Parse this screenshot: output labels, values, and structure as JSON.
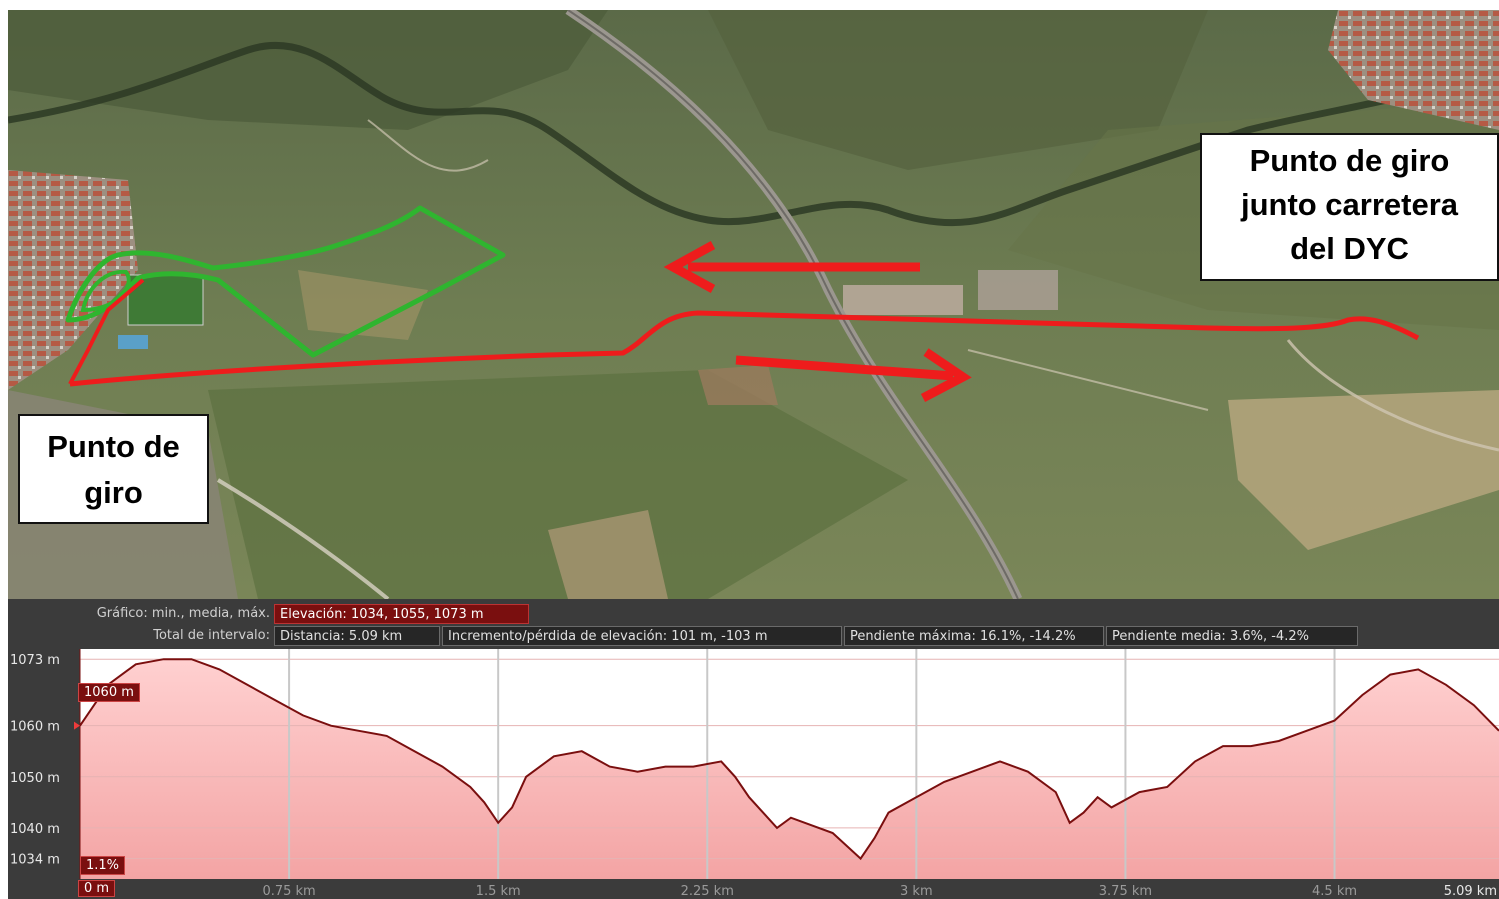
{
  "map": {
    "callout_left": [
      "Punto de",
      "giro"
    ],
    "callout_right": [
      "Punto de giro",
      "junto carretera",
      "del DYC"
    ],
    "route_colors": {
      "outbound": "#ee1c1c",
      "loop": "#2fb52f"
    }
  },
  "profile": {
    "stats_row1_label": "Gráfico: min., media, máx.",
    "stats_row1_value": "Elevación: 1034, 1055, 1073 m",
    "stats_row2_label": "Total de intervalo:",
    "distance": "Distancia: 5.09 km",
    "gain_loss": "Incremento/pérdida de elevación: 101 m, -103 m",
    "max_slope": "Pendiente máxima: 16.1%, -14.2%",
    "avg_slope": "Pendiente media: 3.6%, -4.2%",
    "cursor_elevation": "1060 m",
    "cursor_slope": "1.1%",
    "start_label": "0 m"
  },
  "chart_data": {
    "type": "area",
    "ylabel": "",
    "xlabel": "",
    "ylim": [
      1030,
      1075
    ],
    "xlim": [
      0,
      5.09
    ],
    "y_ticks": [
      "1073 m",
      "1060 m",
      "1050 m",
      "1040 m",
      "1034 m"
    ],
    "y_tick_values": [
      1073,
      1060,
      1050,
      1040,
      1034
    ],
    "x_ticks": [
      "0.75 km",
      "1.5 km",
      "2.25 km",
      "3 km",
      "3.75 km",
      "4.5 km",
      "5.09 km"
    ],
    "x_tick_values": [
      0.75,
      1.5,
      2.25,
      3.0,
      3.75,
      4.5,
      5.09
    ],
    "series": [
      {
        "x": [
          0,
          0.1,
          0.2,
          0.3,
          0.4,
          0.5,
          0.6,
          0.7,
          0.8,
          0.9,
          1.0,
          1.1,
          1.2,
          1.3,
          1.4,
          1.45,
          1.5,
          1.55,
          1.6,
          1.7,
          1.8,
          1.9,
          2.0,
          2.1,
          2.2,
          2.3,
          2.35,
          2.4,
          2.5,
          2.55,
          2.6,
          2.7,
          2.8,
          2.85,
          2.9,
          3.0,
          3.1,
          3.2,
          3.3,
          3.4,
          3.5,
          3.55,
          3.6,
          3.65,
          3.7,
          3.8,
          3.9,
          4.0,
          4.1,
          4.2,
          4.3,
          4.4,
          4.5,
          4.6,
          4.7,
          4.8,
          4.9,
          5.0,
          5.09
        ],
        "y": [
          1060,
          1068,
          1072,
          1073,
          1073,
          1071,
          1068,
          1065,
          1062,
          1060,
          1059,
          1058,
          1055,
          1052,
          1048,
          1045,
          1041,
          1044,
          1050,
          1054,
          1055,
          1052,
          1051,
          1052,
          1052,
          1053,
          1050,
          1046,
          1040,
          1042,
          1041,
          1039,
          1034,
          1038,
          1043,
          1046,
          1049,
          1051,
          1053,
          1051,
          1047,
          1041,
          1043,
          1046,
          1044,
          1047,
          1048,
          1053,
          1056,
          1056,
          1057,
          1059,
          1061,
          1066,
          1070,
          1071,
          1068,
          1064,
          1059
        ]
      }
    ]
  }
}
